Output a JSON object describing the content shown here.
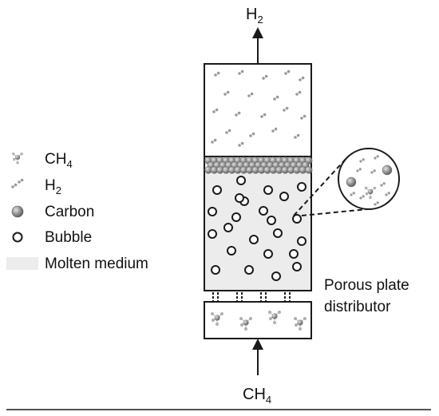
{
  "diagram": {
    "outlet": {
      "main": "H",
      "sub": "2"
    },
    "inlet": {
      "main": "CH",
      "sub": "4"
    },
    "distributor_label": [
      "Porous plate",
      "distributor"
    ]
  },
  "legend": {
    "items": [
      {
        "key": "ch4",
        "main": "CH",
        "sub": "4",
        "icon": "methane-molecule-icon"
      },
      {
        "key": "h2",
        "main": "H",
        "sub": "2",
        "icon": "hydrogen-molecule-icon"
      },
      {
        "key": "carbon",
        "main": "Carbon",
        "sub": "",
        "icon": "carbon-particle-icon"
      },
      {
        "key": "bubble",
        "main": "Bubble",
        "sub": "",
        "icon": "bubble-icon"
      },
      {
        "key": "medium",
        "main": "Molten medium",
        "sub": "",
        "icon": "molten-medium-swatch"
      }
    ]
  },
  "colors": {
    "stroke": "#1a1a1a",
    "molten": "#ececec",
    "carbon": "#8c8c8c",
    "carbon_highlight": "#cfcfcf",
    "h2": "#9a9a9a"
  }
}
